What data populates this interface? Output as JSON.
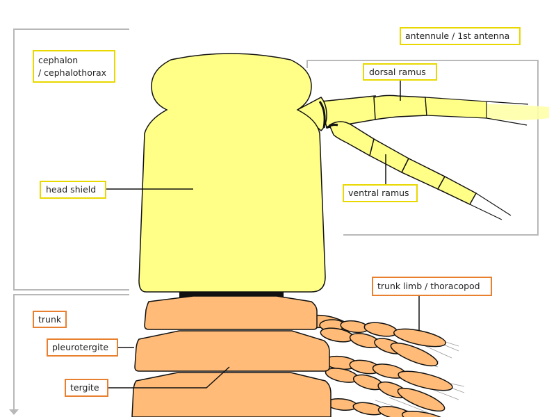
{
  "colors": {
    "head": "#FFFF88",
    "trunk": "#FFBB77",
    "head_label_border": "#E8D800",
    "trunk_label_border": "#E88030",
    "bracket": "#B8B8B8",
    "outline": "#111111"
  },
  "labels": {
    "cephalon_line1": "cephalon",
    "cephalon_line2": "/ cephalothorax",
    "head_shield": "head shield",
    "antennule": "antennule / 1st antenna",
    "dorsal_ramus": "dorsal ramus",
    "ventral_ramus": "ventral ramus",
    "trunk_limb": "trunk limb / thoracopod",
    "trunk": "trunk",
    "pleurotergite": "pleurotergite",
    "tergite": "tergite"
  }
}
